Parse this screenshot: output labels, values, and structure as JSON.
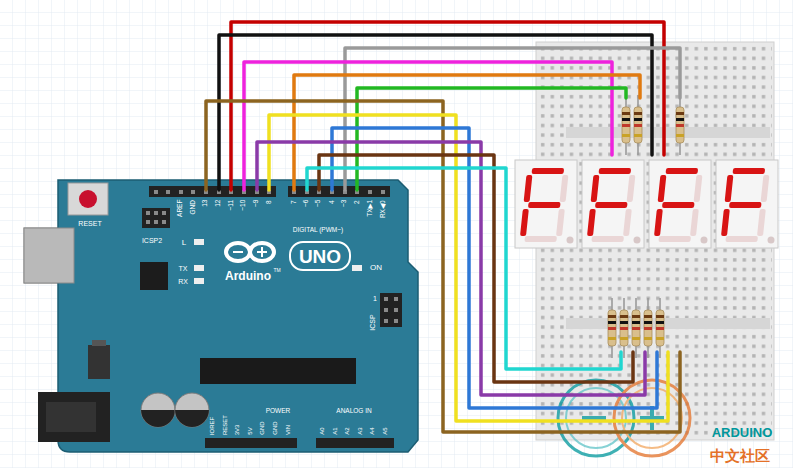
{
  "diagram": {
    "labels": [
      "RESET",
      "ICSP2",
      "AREF",
      "GND",
      "13",
      "12",
      "~11",
      "~10",
      "~9",
      "8",
      "7",
      "~6",
      "~5",
      "4",
      "~3",
      "2",
      "TX▶1",
      "RX◀0",
      "DIGITAL (PWM~)",
      "L",
      "TX",
      "RX",
      "Arduino",
      "TM",
      "UNO",
      "ON",
      "1",
      "ICSP",
      "IOREF",
      "RESET",
      "3V3",
      "5V",
      "GND",
      "GND",
      "VIN",
      "POWER",
      "ANALOG IN",
      "A0",
      "A1",
      "A2",
      "A3",
      "A4",
      "A5",
      "ARDUINO",
      "中文社区"
    ]
  }
}
